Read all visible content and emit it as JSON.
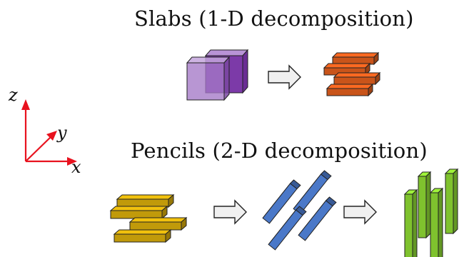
{
  "titles": {
    "slabs": "Slabs (1-D decomposition)",
    "pencils": "Pencils (2-D decomposition)"
  },
  "axes": {
    "z": "z",
    "y": "y",
    "x": "x"
  },
  "colors": {
    "axis_arrow": "#e8121e",
    "slab_cube_fill": "#7c3aa8",
    "slab_cube_light": "#a77cc9",
    "orange_slab": "#c9541a",
    "gold_pencil": "#c19a0a",
    "blue_pencil": "#4a78c8",
    "green_pencil": "#7fc22e",
    "arrow_fill": "#f0f0f0",
    "outline": "#222222"
  },
  "icons": {
    "process_arrow": "right-block-arrow"
  }
}
